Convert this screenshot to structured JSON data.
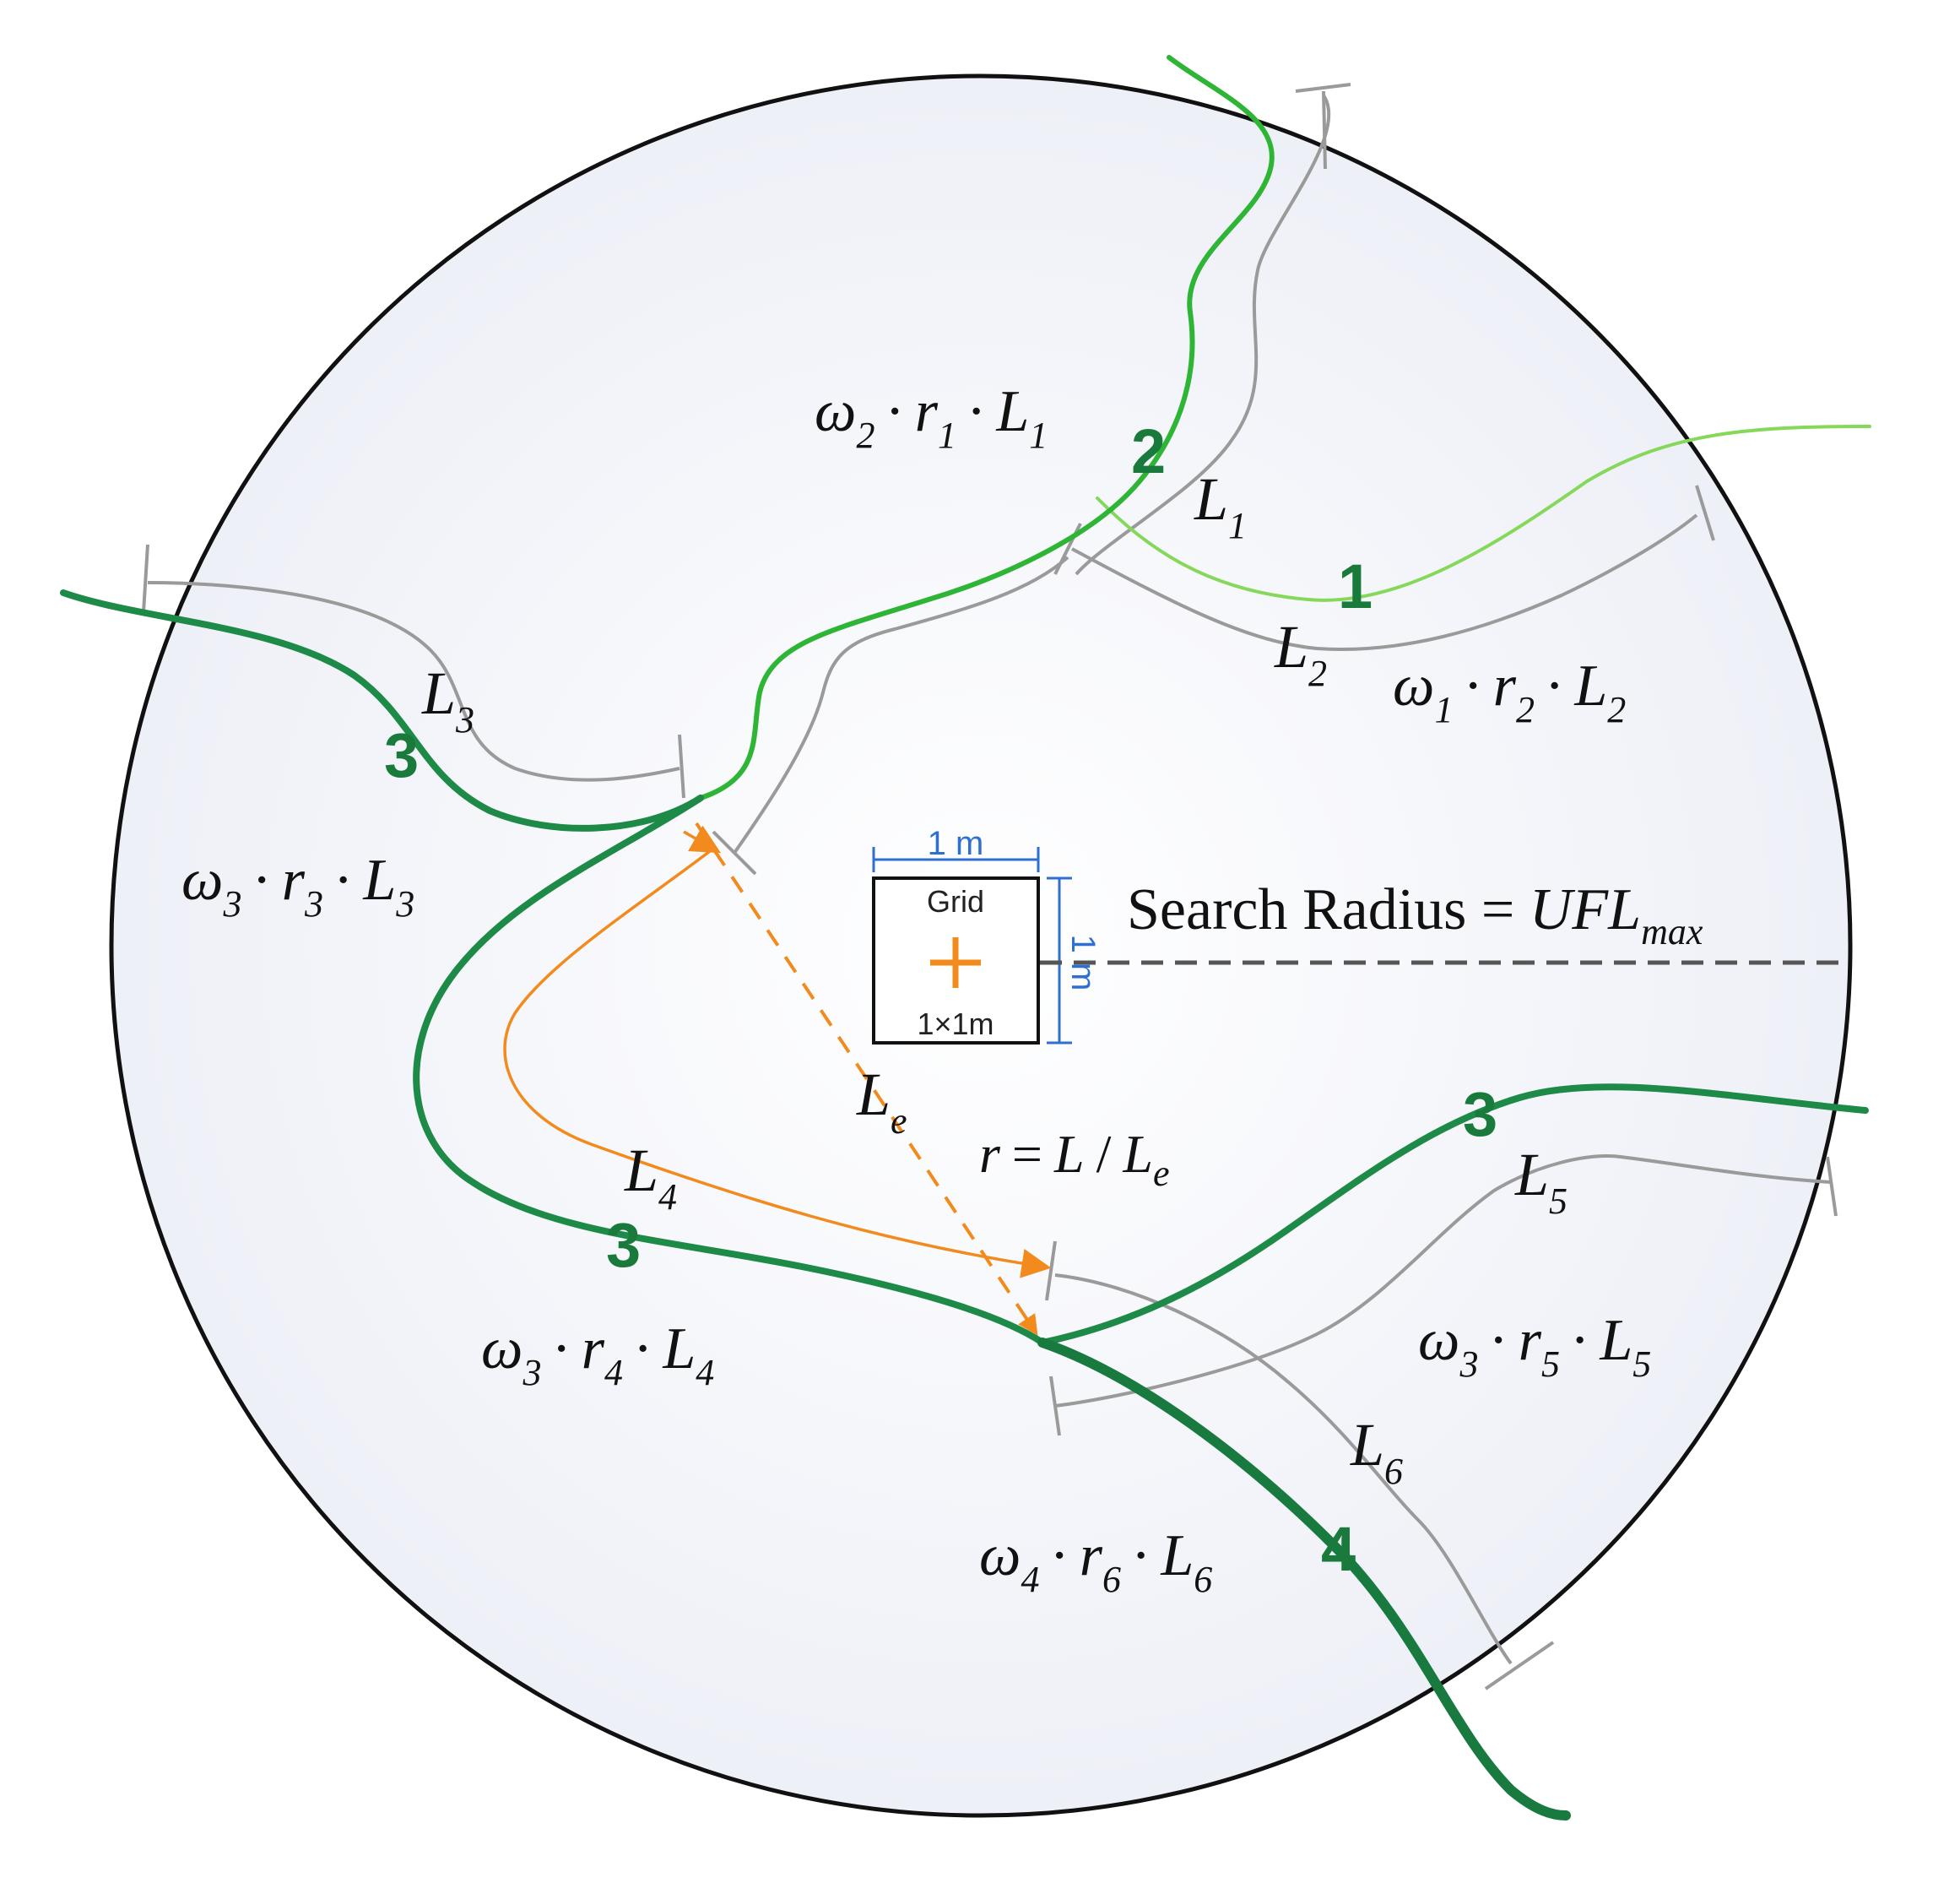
{
  "colors": {
    "river_dark": "#1e8a47",
    "river_bright": "#2fb536",
    "river_light": "#86d85a",
    "class_label": "#1a7a3c",
    "grey_path": "#9a9a9a",
    "orange": "#f28a1e",
    "blue_dim": "#2f6fd1",
    "circle": "#111111"
  },
  "labels": {
    "l1": "L",
    "l1_sub": "1",
    "l2": "L",
    "l2_sub": "2",
    "l3": "L",
    "l3_sub": "3",
    "l4": "L",
    "l4_sub": "4",
    "l5": "L",
    "l5_sub": "5",
    "l6": "L",
    "l6_sub": "6",
    "le": "L",
    "le_sub": "e"
  },
  "class_labels": {
    "c2": "2",
    "c1": "1",
    "c3_left": "3",
    "c3_mid": "3",
    "c3_right": "3",
    "c4": "4"
  },
  "weights": {
    "w_top": {
      "w": "ω",
      "w_sub": "2",
      "r": "r",
      "r_sub": "1",
      "l": "L",
      "l_sub": "1"
    },
    "w_right": {
      "w": "ω",
      "w_sub": "1",
      "r": "r",
      "r_sub": "2",
      "l": "L",
      "l_sub": "2"
    },
    "w_left": {
      "w": "ω",
      "w_sub": "3",
      "r": "r",
      "r_sub": "3",
      "l": "L",
      "l_sub": "3"
    },
    "w_mid": {
      "w": "ω",
      "w_sub": "3",
      "r": "r",
      "r_sub": "4",
      "l": "L",
      "l_sub": "4"
    },
    "w_low_right": {
      "w": "ω",
      "w_sub": "3",
      "r": "r",
      "r_sub": "5",
      "l": "L",
      "l_sub": "5"
    },
    "w_bottom": {
      "w": "ω",
      "w_sub": "4",
      "r": "r",
      "r_sub": "6",
      "l": "L",
      "l_sub": "6"
    },
    "dot": "·"
  },
  "ratio": {
    "r": "r",
    "eq": "=",
    "l": "L",
    "slash": "/",
    "le": "L",
    "le_sub": "e"
  },
  "search": {
    "text": "Search Radius = ",
    "ufl": "UFL",
    "ufl_sub": "max"
  },
  "grid": {
    "label": "Grid",
    "size": "1×1m",
    "top_dim": "1 m",
    "side_dim": "1 m"
  }
}
